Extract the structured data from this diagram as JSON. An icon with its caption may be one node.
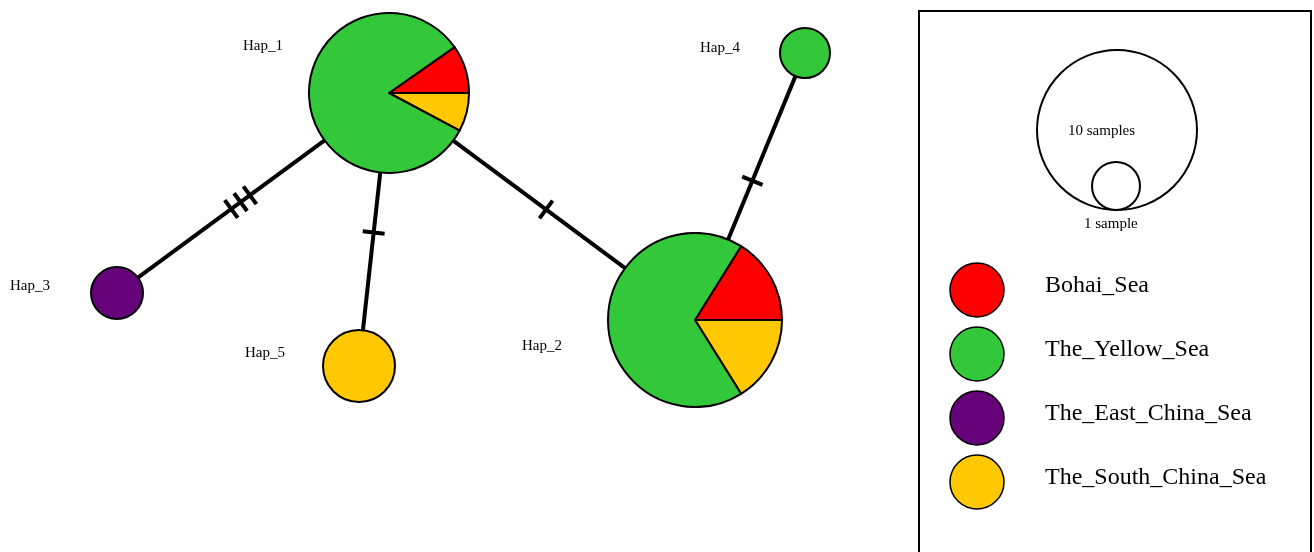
{
  "diagram": {
    "nodes": [
      {
        "text": [],
        "shape": "circle",
        "beside": [
          "Hap_1"
        ]
      },
      {
        "text": [],
        "shape": "circle",
        "beside": [
          "Hap_4"
        ]
      },
      {
        "text": [],
        "shape": "circle",
        "beside": [
          "Hap_3"
        ]
      },
      {
        "text": [],
        "shape": "circle",
        "beside": [
          "Hap_5"
        ]
      },
      {
        "text": [],
        "shape": "circle",
        "beside": [
          "Hap_2"
        ]
      }
    ],
    "edges": [
      {
        "from": 0,
        "to": 2,
        "arrow": "none"
      },
      {
        "from": 0,
        "to": 3,
        "arrow": "none"
      },
      {
        "from": 0,
        "to": 4,
        "arrow": "none"
      },
      {
        "from": 4,
        "to": 1,
        "arrow": "none"
      }
    ],
    "labels": [
      "10 samples",
      "1 sample"
    ],
    "legend": [
      {
        "text": "Bohai_Sea",
        "color": "#ff0000"
      },
      {
        "text": "The_Yellow_Sea",
        "color": "#33c73a"
      },
      {
        "text": "The_East_China_Sea",
        "color": "#66037a"
      },
      {
        "text": "The_South_China_Sea",
        "color": "#ffc800"
      }
    ]
  }
}
